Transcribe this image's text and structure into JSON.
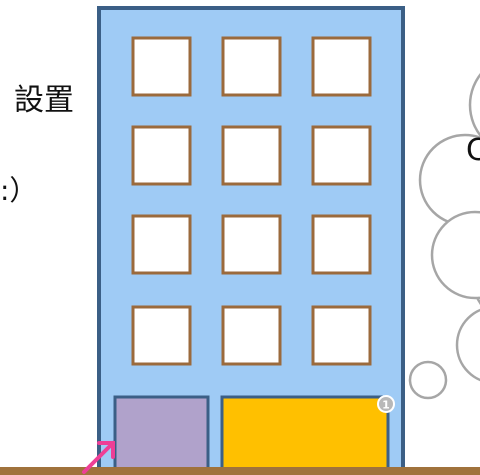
{
  "text": {
    "fragment_1": "設置",
    "fragment_2": ":）",
    "fragment_3": "C"
  },
  "colors": {
    "building_fill": "#9fcbf5",
    "building_stroke": "#3b5f86",
    "window_fill": "#ffffff",
    "window_stroke": "#9b6a3c",
    "door_fill": "#b0a2cb",
    "shop_fill": "#ffc000",
    "ground": "#a0723c",
    "arrow": "#ee3f96",
    "cloud_stroke": "#a6a6a6",
    "badge_fill": "#b8b8b8"
  },
  "icons": {
    "badge": "number-one-circle-icon",
    "arrow": "pink-arrow-icon"
  },
  "badge_text": "1"
}
